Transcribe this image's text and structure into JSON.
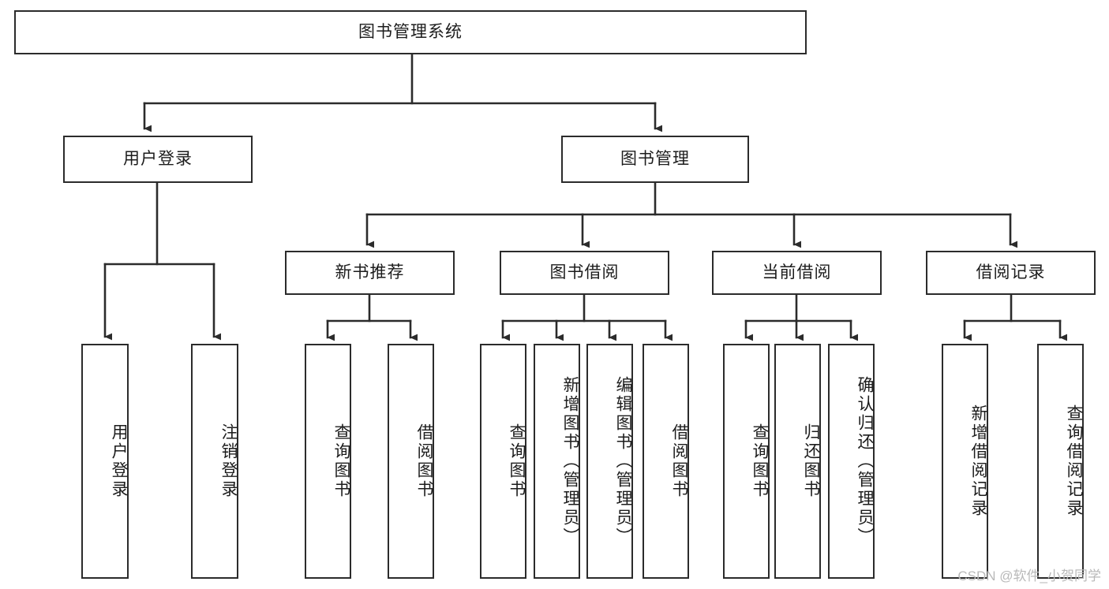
{
  "diagram": {
    "title": "图书管理系统",
    "type": "functional-structure-tree",
    "orientation": "top-down",
    "style": {
      "box_fill": "#ffffff",
      "box_stroke": "#2b2b2b",
      "connector_stroke": "#2b2b2b",
      "text_color": "#1c1c1c",
      "background": "#ffffff",
      "watermark_color": "#b9b9b9"
    },
    "root": {
      "label": "图书管理系统"
    },
    "level2": [
      {
        "label": "用户登录"
      },
      {
        "label": "图书管理"
      }
    ],
    "level3": [
      {
        "label": "新书推荐"
      },
      {
        "label": "图书借阅"
      },
      {
        "label": "当前借阅"
      },
      {
        "label": "借阅记录"
      }
    ],
    "leaves": {
      "user_login": [
        {
          "label": "用户登录"
        },
        {
          "label": "注销登录"
        }
      ],
      "new_book_recommend": [
        {
          "label": "查询图书"
        },
        {
          "label": "借阅图书"
        }
      ],
      "book_borrow": [
        {
          "label": "查询图书"
        },
        {
          "label": "新增图书（管理员）"
        },
        {
          "label": "编辑图书（管理员）"
        },
        {
          "label": "借阅图书"
        }
      ],
      "current_borrow": [
        {
          "label": "查询图书"
        },
        {
          "label": "归还图书"
        },
        {
          "label": "确认归还（管理员）"
        }
      ],
      "borrow_record": [
        {
          "label": "新增借阅记录"
        },
        {
          "label": "查询借阅记录"
        }
      ]
    },
    "watermark": "CSDN @软件_小贺同学"
  }
}
